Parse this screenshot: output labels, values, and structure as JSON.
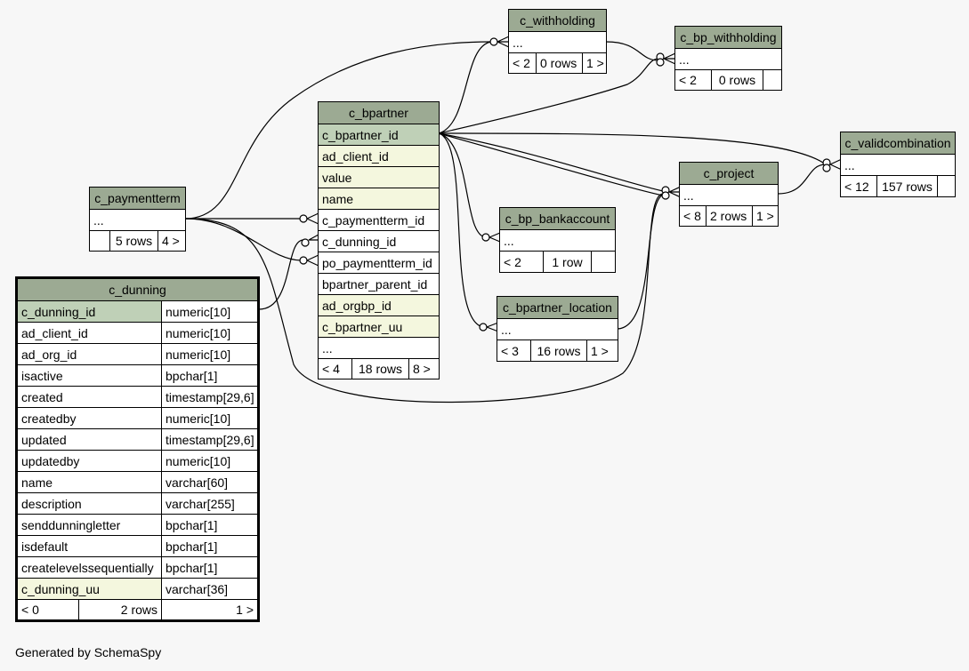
{
  "tables": {
    "c_withholding": {
      "name": "c_withholding",
      "more": "...",
      "stats": [
        "< 2",
        "0 rows",
        "1 >"
      ]
    },
    "c_bp_withholding": {
      "name": "c_bp_withholding",
      "more": "...",
      "stats": [
        "< 2",
        "0 rows",
        ""
      ]
    },
    "c_bpartner": {
      "name": "c_bpartner",
      "columns": [
        "c_bpartner_id",
        "ad_client_id",
        "value",
        "name",
        "c_paymentterm_id",
        "c_dunning_id",
        "po_paymentterm_id",
        "bpartner_parent_id",
        "ad_orgbp_id",
        "c_bpartner_uu",
        "..."
      ],
      "stats": [
        "< 4",
        "18 rows",
        "8 >"
      ]
    },
    "c_paymentterm": {
      "name": "c_paymentterm",
      "more": "...",
      "stats": [
        "",
        "5 rows",
        "4 >"
      ]
    },
    "c_validcombination": {
      "name": "c_validcombination",
      "more": "...",
      "stats": [
        "< 12",
        "157 rows",
        ""
      ]
    },
    "c_project": {
      "name": "c_project",
      "more": "...",
      "stats": [
        "< 8",
        "2 rows",
        "1 >"
      ]
    },
    "c_bp_bankaccount": {
      "name": "c_bp_bankaccount",
      "more": "...",
      "stats": [
        "< 2",
        "1 row",
        ""
      ]
    },
    "c_bpartner_location": {
      "name": "c_bpartner_location",
      "more": "...",
      "stats": [
        "< 3",
        "16 rows",
        "1 >"
      ]
    },
    "c_dunning": {
      "name": "c_dunning",
      "columns": [
        {
          "name": "c_dunning_id",
          "type": "numeric[10]"
        },
        {
          "name": "ad_client_id",
          "type": "numeric[10]"
        },
        {
          "name": "ad_org_id",
          "type": "numeric[10]"
        },
        {
          "name": "isactive",
          "type": "bpchar[1]"
        },
        {
          "name": "created",
          "type": "timestamp[29,6]"
        },
        {
          "name": "createdby",
          "type": "numeric[10]"
        },
        {
          "name": "updated",
          "type": "timestamp[29,6]"
        },
        {
          "name": "updatedby",
          "type": "numeric[10]"
        },
        {
          "name": "name",
          "type": "varchar[60]"
        },
        {
          "name": "description",
          "type": "varchar[255]"
        },
        {
          "name": "senddunningletter",
          "type": "bpchar[1]"
        },
        {
          "name": "isdefault",
          "type": "bpchar[1]"
        },
        {
          "name": "createlevelssequentially",
          "type": "bpchar[1]"
        },
        {
          "name": "c_dunning_uu",
          "type": "varchar[36]"
        }
      ],
      "stats": [
        "< 0",
        "2 rows",
        "1 >"
      ]
    }
  },
  "footer": "Generated by SchemaSpy"
}
